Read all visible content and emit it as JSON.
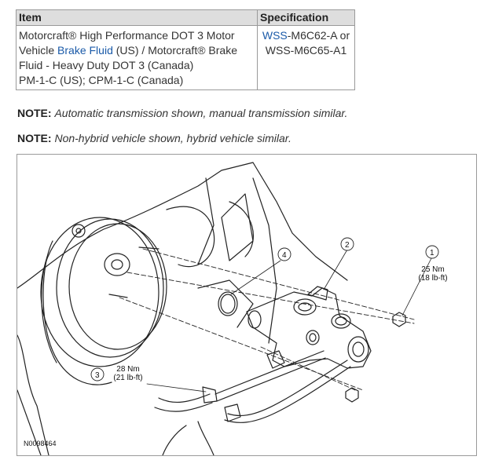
{
  "table": {
    "headers": {
      "item": "Item",
      "specification": "Specification"
    },
    "row": {
      "item_part1": "Motorcraft® High Performance DOT 3 Motor Vehicle ",
      "item_link": "Brake Fluid",
      "item_part2": " (US) / Motorcraft® Brake Fluid - Heavy Duty DOT 3 (Canada)",
      "item_part3": "PM-1-C (US); CPM-1-C (Canada)",
      "spec_link": "WSS",
      "spec_part1": "-M6C62-A or",
      "spec_part2": "WSS-M6C65-A1"
    }
  },
  "notes": [
    {
      "label": "NOTE:",
      "text": "Automatic transmission shown, manual transmission similar."
    },
    {
      "label": "NOTE:",
      "text": "Non-hybrid vehicle shown, hybrid vehicle similar."
    }
  ],
  "figure": {
    "figure_id": "N0098464",
    "callouts": [
      {
        "number": "1",
        "torque_nm": "25 Nm",
        "torque_lbft": "(18 lb-ft)"
      },
      {
        "number": "2"
      },
      {
        "number": "3",
        "torque_nm": "28 Nm",
        "torque_lbft": "(21 lb-ft)"
      },
      {
        "number": "4"
      }
    ]
  }
}
